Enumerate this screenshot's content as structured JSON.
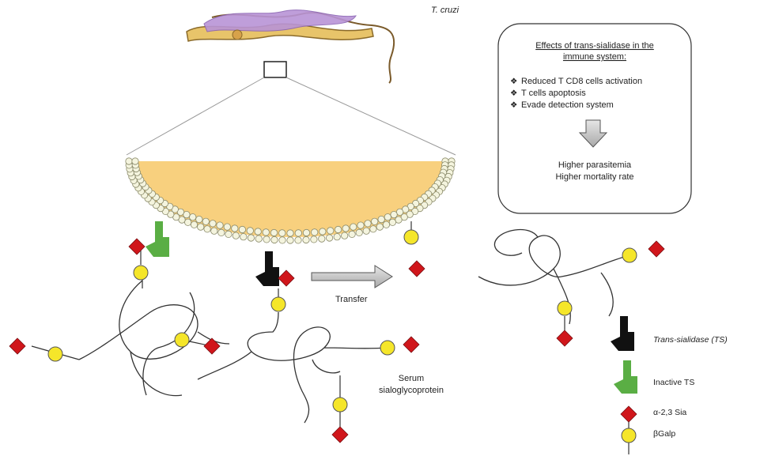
{
  "organism_label": "T. cruzi",
  "effects_box": {
    "title_line1": "Effects of trans-sialidase in the",
    "title_line2": "immune system:",
    "bullets": [
      "Reduced T CD8 cells activation",
      "T cells apoptosis",
      "Evade detection system"
    ],
    "outcome_line1": "Higher parasitemia",
    "outcome_line2": "Higher mortality rate"
  },
  "transfer_label": "Transfer",
  "serum_label_line1": "Serum",
  "serum_label_line2": "sialoglycoprotein",
  "legend": {
    "ts": "Trans-sialidase (TS)",
    "inactive_ts": "Inactive TS",
    "sia": "α-2,3 Sia",
    "galp": "βGalp"
  },
  "colors": {
    "sia": "#d0161b",
    "galp": "#f5e62a",
    "active_ts": "#111111",
    "inactive_ts": "#5aae44",
    "membrane_fill": "#f8d07e",
    "arrow_gray": "#bdbdbd"
  }
}
